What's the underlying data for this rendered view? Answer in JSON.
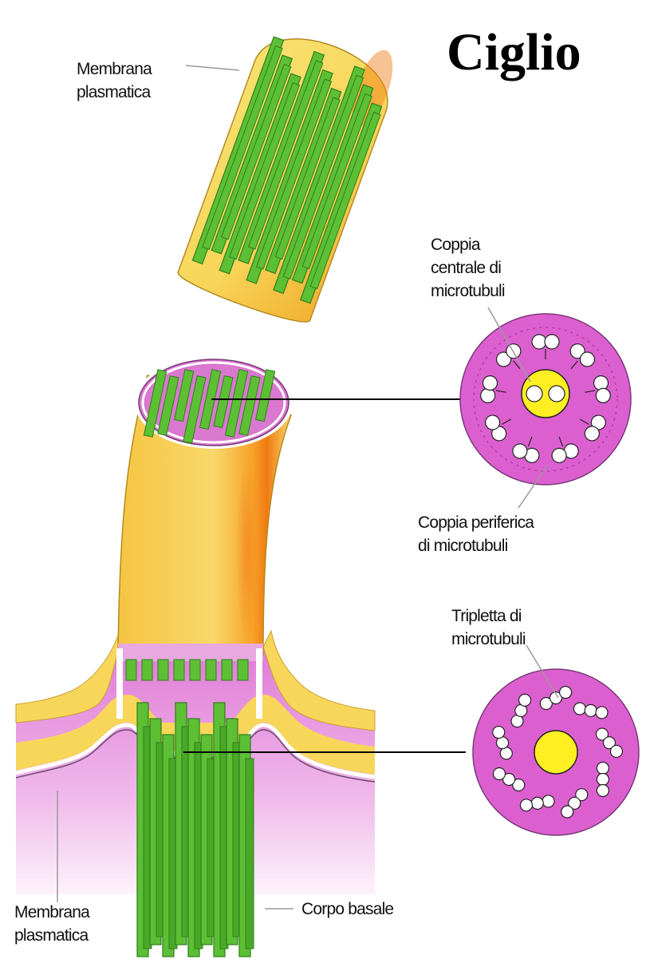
{
  "title": "Ciglio",
  "labels": {
    "membrana_top": [
      "Membrana",
      "plasmatica"
    ],
    "coppia_centrale": [
      "Coppia",
      "centrale di",
      "microtubuli"
    ],
    "coppia_periferica": [
      "Coppia periferica",
      "di microtubuli"
    ],
    "tripletta": [
      "Tripletta di",
      "microtubuli"
    ],
    "membrana_bottom": [
      "Membrana",
      "plasmatica"
    ],
    "corpo_basale": "Corpo basale"
  },
  "colors": {
    "membrane_yellow": "#f8d85a",
    "membrane_orange": "#f08a1a",
    "cytoplasm_pink": "#e493dc",
    "section_magenta": "#d85ac8",
    "microtubule_green": "#5cbf34",
    "microtubule_dark": "#2f7f1c",
    "center_yellow": "#ffee22"
  }
}
